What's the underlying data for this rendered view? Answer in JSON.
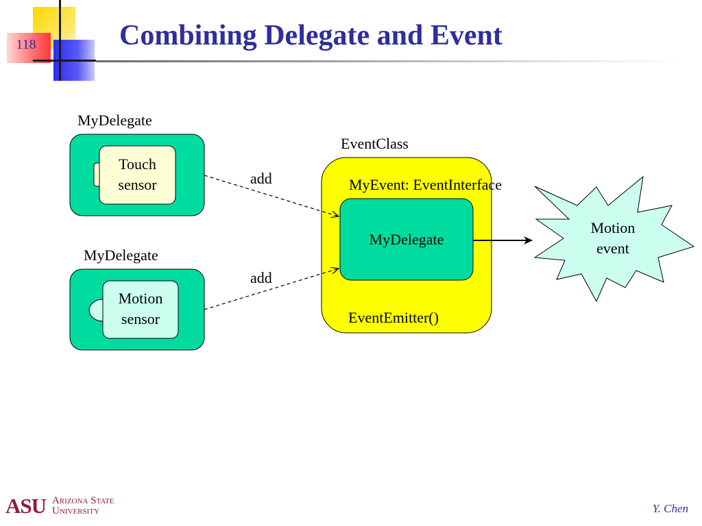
{
  "slide": {
    "number": "118",
    "title": "Combining Delegate and Event",
    "author": "Y. Chen"
  },
  "diagram": {
    "delegate_top": {
      "label": "MyDelegate",
      "inner_line1": "Touch",
      "inner_line2": "sensor"
    },
    "delegate_bottom": {
      "label": "MyDelegate",
      "inner_line1": "Motion",
      "inner_line2": "sensor"
    },
    "add_top": "add",
    "add_bottom": "add",
    "event_class": {
      "label": "EventClass",
      "event_decl": "MyEvent: EventInterface",
      "inner_delegate": "MyDelegate",
      "emitter": "EventEmitter()"
    },
    "output_event": {
      "line1": "Motion",
      "line2": "event"
    }
  },
  "logo": {
    "mark": "ASU",
    "line1": "Arizona State",
    "line2": "University"
  },
  "colors": {
    "title": "#2e2e9e",
    "delegate_fill": "#00dca0",
    "touch_fill": "#ffffd6",
    "motion_fill": "#ccfff0",
    "event_class_fill": "#ffff00",
    "starburst_fill": "#ccfff0",
    "logo": "#8c1d40"
  }
}
